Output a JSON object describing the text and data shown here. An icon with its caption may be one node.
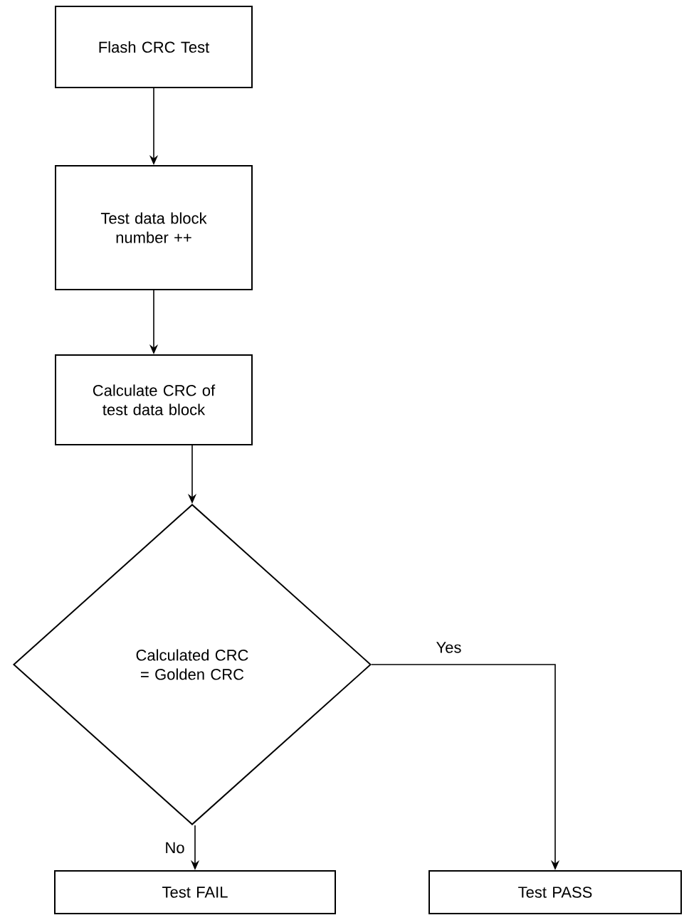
{
  "diagram": {
    "nodes": [
      {
        "text": [
          "Flash CRC Test"
        ]
      },
      {
        "text": [
          "Test data block number ++"
        ]
      },
      {
        "text": [
          "Calculate CRC of test data block"
        ]
      },
      {
        "text": [
          "Calculated CRC = Golden CRC"
        ]
      },
      {
        "text": [
          "Test FAIL"
        ]
      },
      {
        "text": [
          "Test PASS"
        ]
      }
    ],
    "edges": [
      {
        "from": 0,
        "to": 1,
        "arrow": "to"
      },
      {
        "from": 1,
        "to": 2,
        "arrow": "to"
      },
      {
        "from": 2,
        "to": 3,
        "arrow": "to"
      },
      {
        "from": 3,
        "to": 4,
        "arrow": "to",
        "label": "No"
      },
      {
        "from": 3,
        "to": 5,
        "arrow": "to",
        "label": "Yes"
      }
    ]
  }
}
